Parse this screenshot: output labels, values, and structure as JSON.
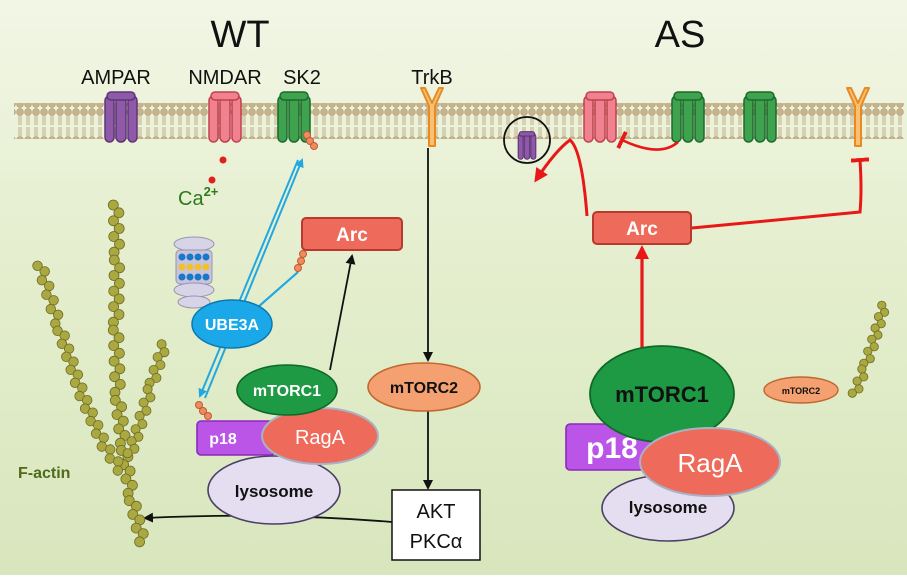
{
  "panels": {
    "left_title": "WT",
    "right_title": "AS"
  },
  "receptors": {
    "ampar": "AMPAR",
    "nmdar": "NMDAR",
    "sk2": "SK2",
    "trkb": "TrkB"
  },
  "ions": {
    "ca_base": "Ca",
    "ca_sup": "2+"
  },
  "wt": {
    "arc": "Arc",
    "ube3a": "UBE3A",
    "mtorc1": "mTORC1",
    "mtorc2": "mTORC2",
    "p18": "p18",
    "raga": "RagA",
    "lysosome": "lysosome",
    "akt": "AKT",
    "pkc": "PKCα",
    "factin": "F-actin"
  },
  "as": {
    "arc": "Arc",
    "mtorc1": "mTORC1",
    "mtorc2": "mTORC2",
    "p18": "p18",
    "raga": "RagA",
    "lysosome": "lysosome"
  },
  "colors": {
    "ampar": "#8e5aa8",
    "nmdar": "#ee7a86",
    "sk2": "#3a9a4a",
    "trkb": "#f4a03c",
    "arc": "#ee6a5a",
    "ube3a": "#1aa8e8",
    "mtorc1": "#1e9a44",
    "mtorc2": "#f4a070",
    "p18": "#bb55e8",
    "raga": "#ee6a5a",
    "lysosome": "#e4def0",
    "factin": "#a4a43c",
    "inhibit": "#e81818",
    "ubiquitin_arrow": "#22a8e0"
  }
}
